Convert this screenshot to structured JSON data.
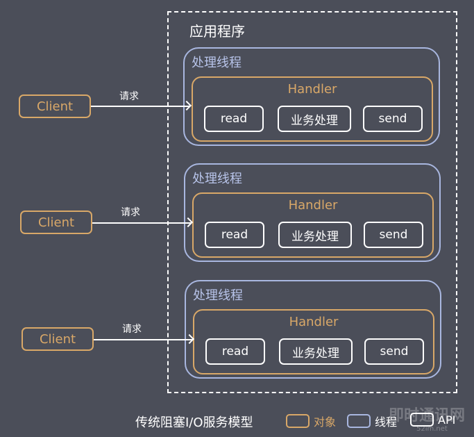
{
  "app": {
    "title": "应用程序"
  },
  "threads": [
    {
      "label": "处理线程",
      "handler": "Handler",
      "apis": [
        "read",
        "业务处理",
        "send"
      ]
    },
    {
      "label": "处理线程",
      "handler": "Handler",
      "apis": [
        "read",
        "业务处理",
        "send"
      ]
    },
    {
      "label": "处理线程",
      "handler": "Handler",
      "apis": [
        "read",
        "业务处理",
        "send"
      ]
    }
  ],
  "clients": [
    {
      "label": "Client",
      "request": "请求"
    },
    {
      "label": "Client",
      "request": "请求"
    },
    {
      "label": "Client",
      "request": "请求"
    }
  ],
  "caption": "传统阻塞I/O服务模型",
  "legend": [
    {
      "label": "对象",
      "color": "#d9a868"
    },
    {
      "label": "线程",
      "color": "#a9b7e0"
    },
    {
      "label": "API",
      "color": "#ffffff"
    }
  ],
  "watermark": {
    "text": "即时通讯网",
    "sub": "52im.net"
  }
}
